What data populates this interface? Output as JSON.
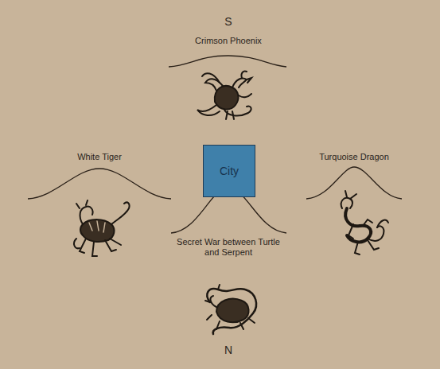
{
  "diagram": {
    "nodes": [
      {
        "text": [
          "City"
        ]
      }
    ],
    "labels": [
      "S",
      "Crimson Phoenix",
      "White Tiger",
      "Turquoise Dragon",
      "Secret War between Turtle and Serpent",
      "N"
    ]
  }
}
